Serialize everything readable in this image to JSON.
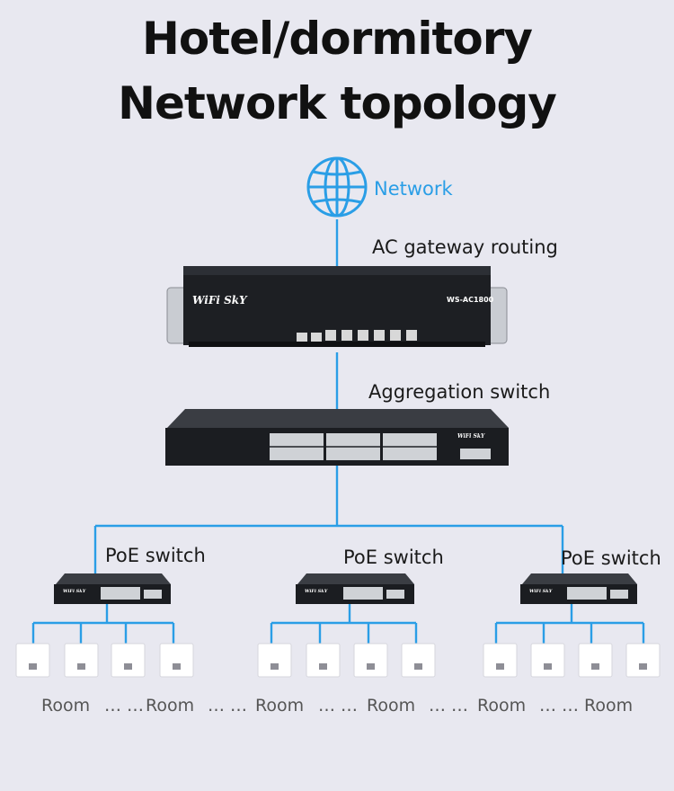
{
  "title": {
    "line1": "Hotel/dormitory",
    "line2": "Network topology"
  },
  "colors": {
    "link": "#2a9ee6",
    "background": "#e8e8f0",
    "device": "#1b1d21"
  },
  "internet": {
    "label": "Network",
    "icon": "globe-icon"
  },
  "gateway": {
    "label": "AC gateway routing",
    "brand": "WiFi SkY",
    "model": "WS-AC1800"
  },
  "aggregation": {
    "label": "Aggregation switch",
    "brand": "WiFi SkY"
  },
  "poe_switches": [
    {
      "label": "PoE switch",
      "brand": "WiFi SkY"
    },
    {
      "label": "PoE switch",
      "brand": "WiFi SkY"
    },
    {
      "label": "PoE  switch",
      "brand": "WiFi SkY"
    }
  ],
  "rooms": {
    "room": "Room",
    "ellipsis": "… …"
  }
}
